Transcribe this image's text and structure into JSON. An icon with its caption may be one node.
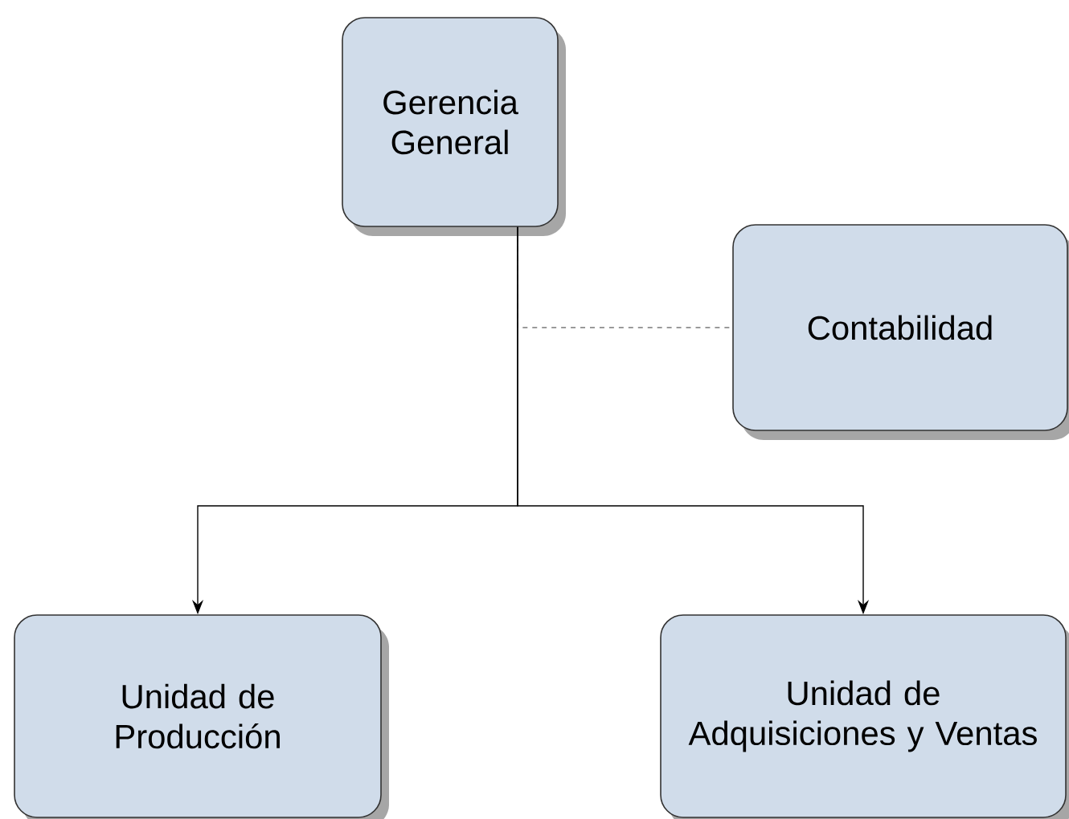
{
  "diagram": {
    "nodes": [
      {
        "text": [
          "Gerencia General"
        ]
      },
      {
        "text": [
          "Contabilidad"
        ]
      },
      {
        "text": [
          "Unidad de Producción"
        ]
      },
      {
        "text": [
          "Unidad de Adquisiciones y Ventas"
        ]
      }
    ],
    "edges": [
      {
        "from": 0,
        "to": 2,
        "arrow": "to"
      },
      {
        "from": 0,
        "to": 3,
        "arrow": "to"
      },
      {
        "from": 0,
        "to": 1,
        "arrow": "none",
        "style": "dashed"
      }
    ]
  }
}
